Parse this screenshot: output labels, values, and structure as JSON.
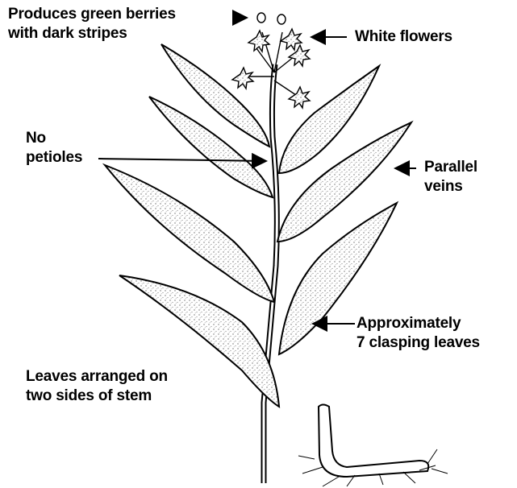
{
  "figure": {
    "kind": "botanical line drawing",
    "subject": "plant with alternate clasping leaves, flower cluster and rhizome"
  },
  "labels": {
    "berries": {
      "line1": "Produces green berries",
      "line2": "with dark stripes"
    },
    "flowers": {
      "text": "White flowers"
    },
    "petioles": {
      "line1": "No",
      "line2": "petioles"
    },
    "veins": {
      "line1": "Parallel",
      "line2": "veins"
    },
    "clasping": {
      "line1": "Approximately",
      "line2": "7 clasping leaves"
    },
    "arranged": {
      "line1": "Leaves arranged on",
      "line2": "two sides of stem"
    }
  },
  "colors": {
    "ink": "#000000",
    "paper": "#ffffff",
    "stipple": "#8a8a8a"
  }
}
